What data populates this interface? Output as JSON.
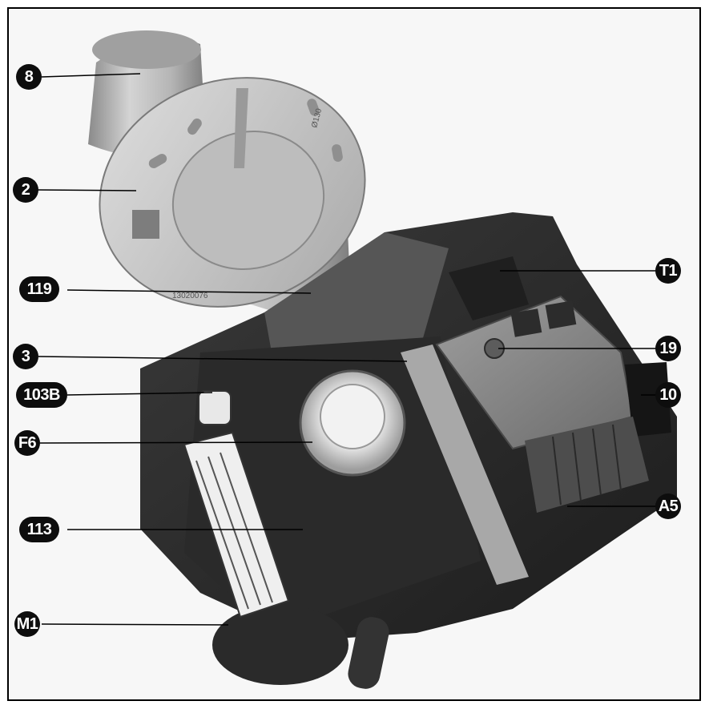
{
  "diagram": {
    "subject": "burner-exploded-view",
    "callouts": [
      {
        "id": "c8",
        "label": "8"
      },
      {
        "id": "c2",
        "label": "2"
      },
      {
        "id": "c119",
        "label": "119"
      },
      {
        "id": "c3",
        "label": "3"
      },
      {
        "id": "c103b",
        "label": "103B"
      },
      {
        "id": "cf6",
        "label": "F6"
      },
      {
        "id": "c113",
        "label": "113"
      },
      {
        "id": "cm1",
        "label": "M1"
      },
      {
        "id": "ct1",
        "label": "T1"
      },
      {
        "id": "c19",
        "label": "19"
      },
      {
        "id": "c10",
        "label": "10"
      },
      {
        "id": "ca5",
        "label": "A5"
      }
    ],
    "embossed_text": {
      "flange_code_1": "Ø130",
      "flange_code_2": "13020076"
    }
  }
}
